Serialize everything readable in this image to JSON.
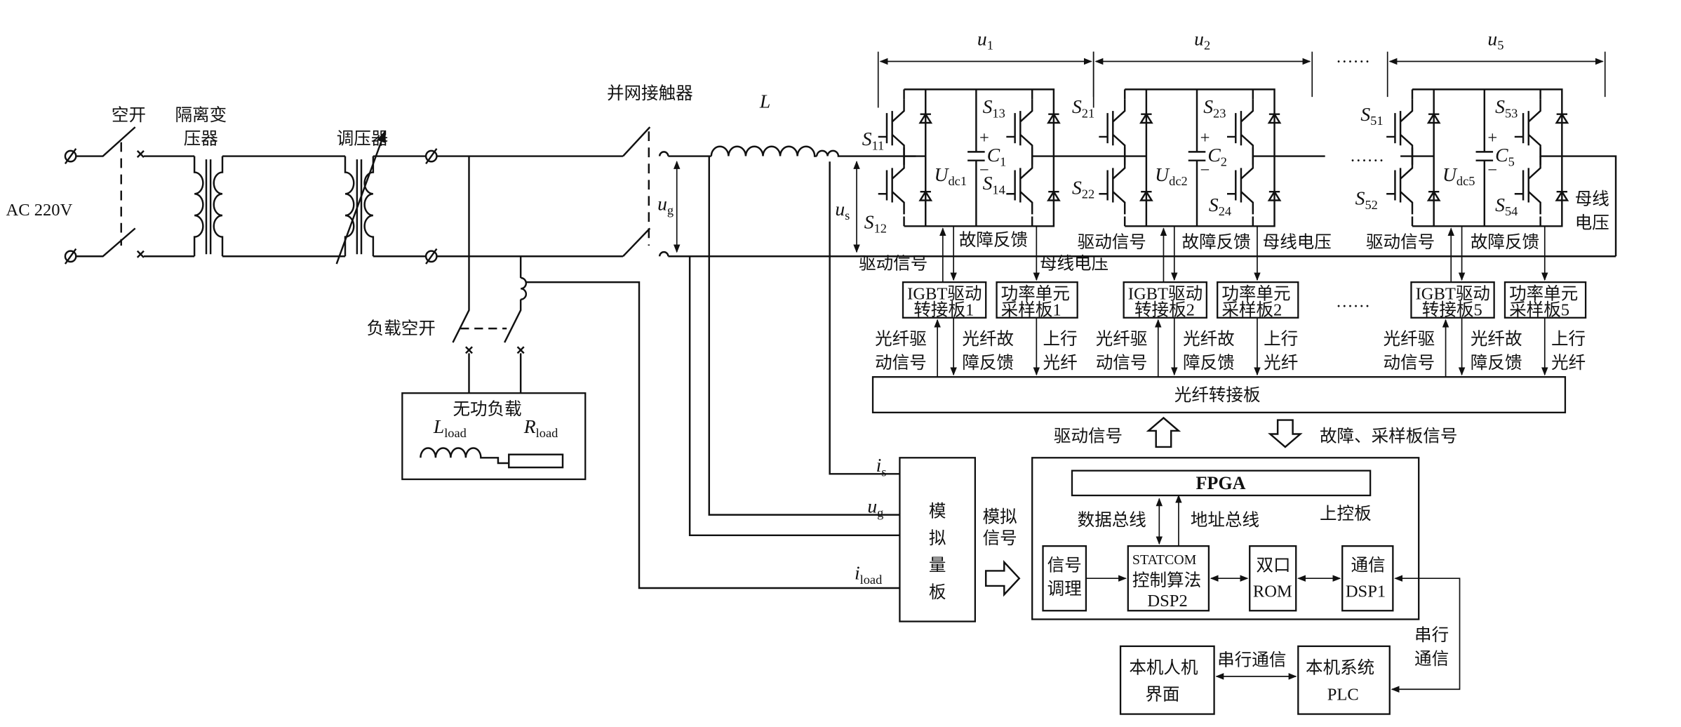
{
  "source": {
    "label": "AC  220V"
  },
  "breaker": "空开",
  "isolation_transformer": [
    "隔离变",
    "压器"
  ],
  "regulator": "调压器",
  "contactor": "并网接触器",
  "load_breaker": "负载空开",
  "load": {
    "title": "无功负载",
    "inductor": {
      "main": "L",
      "sub": "load"
    },
    "resistor": {
      "main": "R",
      "sub": "load"
    }
  },
  "inductor": "L",
  "voltages": {
    "ug": {
      "main": "u",
      "sub": "g"
    },
    "us": {
      "main": "u",
      "sub": "s"
    }
  },
  "ellipsis": "……",
  "cells": [
    {
      "u": {
        "main": "u",
        "sub": "1"
      },
      "switches": [
        "11",
        "12",
        "13",
        "14"
      ],
      "cap": "1",
      "udc": "dc1",
      "drive_board": [
        "IGBT驱动",
        "转接板1"
      ],
      "sample_board": [
        "功率单元",
        "采样板1"
      ]
    },
    {
      "u": {
        "main": "u",
        "sub": "2"
      },
      "switches": [
        "21",
        "22",
        "23",
        "24"
      ],
      "cap": "2",
      "udc": "dc2",
      "drive_board": [
        "IGBT驱动",
        "转接板2"
      ],
      "sample_board": [
        "功率单元",
        "采样板2"
      ]
    },
    {
      "u": {
        "main": "u",
        "sub": "5"
      },
      "switches": [
        "51",
        "52",
        "53",
        "54"
      ],
      "cap": "5",
      "udc": "dc5",
      "drive_board": [
        "IGBT驱动",
        "转接板5"
      ],
      "sample_board": [
        "功率单元",
        "采样板5"
      ]
    }
  ],
  "switch_symbol": "S",
  "cap_symbol": "C",
  "udc_symbol": "U",
  "cell_labels": {
    "fault_feedback": "故障反馈",
    "drive_signal": "驱动信号",
    "bus_voltage": "母线电压",
    "bus_voltage_split": [
      "母线",
      "电压"
    ],
    "fiber_drive": [
      "光纤驱",
      "动信号"
    ],
    "fiber_fault": [
      "光纤故",
      "障反馈"
    ],
    "uplink": [
      "上行",
      "光纤"
    ]
  },
  "fiber_board": "光纤转接板",
  "arrows": {
    "drive": "驱动信号",
    "fault": "故障、采样板信号"
  },
  "analog_board": [
    "模",
    "拟",
    "量",
    "板"
  ],
  "analog_signal": [
    "模拟",
    "信号"
  ],
  "sense": {
    "is": {
      "main": "i",
      "sub": "s"
    },
    "ug": {
      "main": "u",
      "sub": "g"
    },
    "iload": {
      "main": "i",
      "sub": "load"
    }
  },
  "main_board": {
    "title": "上控板",
    "fpga": "FPGA",
    "data_bus": "数据总线",
    "addr_bus": "地址总线",
    "blocks": [
      [
        "信号",
        "调理"
      ],
      [
        "STATCOM",
        "控制算法",
        "DSP2"
      ],
      [
        "双口",
        "ROM"
      ],
      [
        "通信",
        "DSP1"
      ]
    ]
  },
  "hmi": [
    "本机人机",
    "界面"
  ],
  "plc": [
    "本机系统",
    "PLC"
  ],
  "serial_hmi": "串行通信",
  "serial_plc": [
    "串行",
    "通信"
  ]
}
